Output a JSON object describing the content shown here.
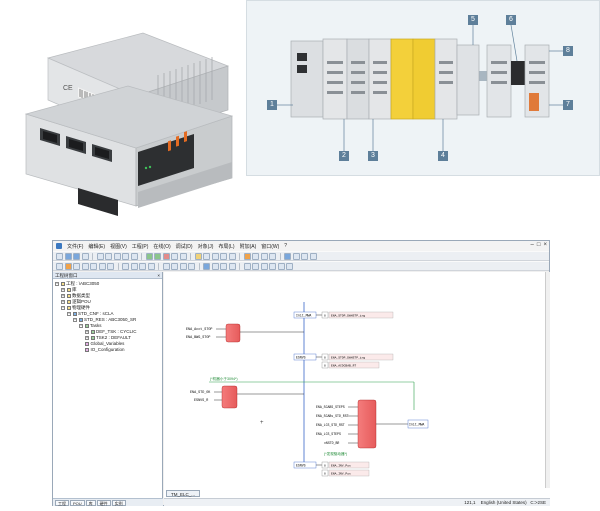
{
  "plc": {
    "marking": "CE"
  },
  "modules": {
    "callouts": [
      "1",
      "2",
      "3",
      "4",
      "5",
      "6",
      "7",
      "8"
    ]
  },
  "app": {
    "menu": [
      "文件(F)",
      "编辑(E)",
      "视图(V)",
      "工程(P)",
      "在线(O)",
      "调试(D)",
      "对象(J)",
      "布局(L)",
      "附加(A)",
      "窗口(W)",
      "?"
    ],
    "tree": {
      "title": "工程树窗口",
      "root": "工程 : \\ABC3050",
      "items": [
        "库",
        "数据类型",
        "逻辑POU",
        "物理硬件",
        "STD_CNF : sCLA",
        "STD_RES : ABC3050_SR",
        "Tasks",
        "DEF_TSK : CYCLIC",
        "TSK2 : DEFAULT",
        "Global_Variables",
        "IO_Configuration"
      ],
      "tabs": [
        "工程",
        "POU",
        "库",
        "硬件",
        "实例"
      ]
    },
    "document_tab": "TM_ELC_...",
    "status": {
      "position": "121,1",
      "language": "English (United States)",
      "extra": "C:>2SE"
    },
    "diagram": {
      "comments": [
        "(*机器小于3094*)",
        "(*发现驱动器*)"
      ],
      "blocks": {
        "top": {
          "name": "Init_MWA"
        },
        "mid": {
          "name": "ESNVS"
        },
        "bot": {
          "name": "ESNVS"
        },
        "out": {
          "name": "Init_MWA"
        }
      },
      "left_inputs": [
        "ENA_Acct_STOP",
        "ENA_BWG_STOP",
        "ENA_STD_OK",
        "ESNVS_R"
      ],
      "fb_inputs": [
        "ENA_SCABS_STEPS",
        "ENA_SCABs_STD_RST",
        "ENA_LCS_STD_RST",
        "ENA_LCS_STEPS",
        "xNSTD_BR"
      ],
      "variables": [
        {
          "idx": "0",
          "name": "ENA_STOP_DWHSTP_ing"
        },
        {
          "idx": "0",
          "name": "ENA_STOP_DWHSTP_ing"
        },
        {
          "idx": "0",
          "name": "ENA_ACOCBAB_RT"
        },
        {
          "idx": "0",
          "name": "ENA_INV_Pos"
        },
        {
          "idx": "0",
          "name": "ENA_INV_Pos"
        }
      ]
    }
  }
}
